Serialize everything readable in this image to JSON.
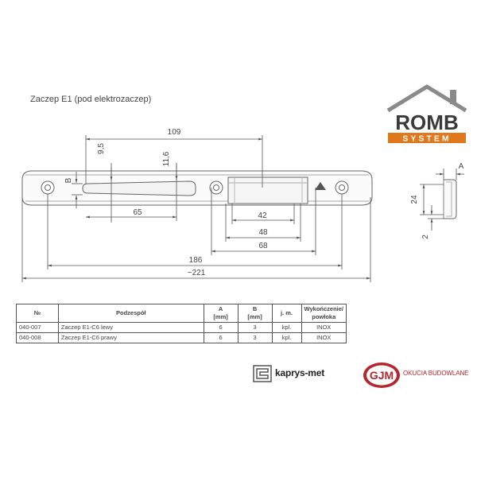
{
  "header": {
    "title": "Zaczep E1  (pod elektrozaczep)"
  },
  "brand": {
    "romb_word": "ROMB",
    "romb_sub": "SYSTEM",
    "kaprys_text": "kaprys-met",
    "gjm_mark": "GJM",
    "gjm_text": "OKUCIA BUDOWLANE",
    "colors": {
      "romb_orange": "#e0781e",
      "romb_dark": "#3a3a3a",
      "gjm_red": "#b3282e"
    }
  },
  "drawing": {
    "dims": {
      "d109": "109",
      "d9_5": "9,5",
      "d11_6": "11,6",
      "dB": "B",
      "d65": "65",
      "d42": "42",
      "d48": "48",
      "d68": "68",
      "d186": "186",
      "d221": "~221",
      "dA": "A",
      "d24": "24",
      "d2": "2"
    }
  },
  "table": {
    "headers": {
      "nr": "№",
      "part": "Podzespół",
      "a": "A",
      "a_unit": "[mm]",
      "b": "B",
      "b_unit": "[mm]",
      "unit": "j. m.",
      "finish": "Wykończenie/",
      "finish2": "powłoka"
    },
    "rows": [
      {
        "nr": "040-007",
        "part": "Zaczep E1-C6 lewy",
        "a": "6",
        "b": "3",
        "unit": "kpl.",
        "finish": "INOX"
      },
      {
        "nr": "040-008",
        "part": "Zaczep  E1-C6 prawy",
        "a": "6",
        "b": "3",
        "unit": "kpl.",
        "finish": "INOX"
      }
    ]
  }
}
